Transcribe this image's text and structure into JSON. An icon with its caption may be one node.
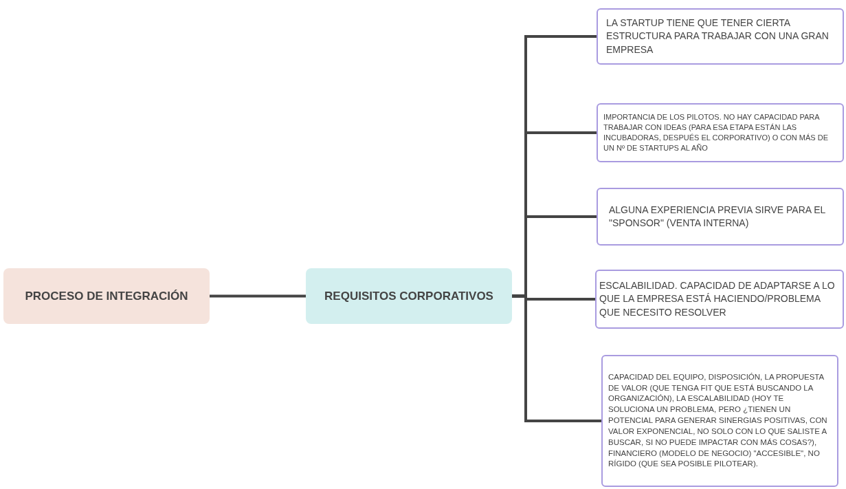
{
  "diagram": {
    "nodes": [
      {
        "text": [
          "PROCESO DE INTEGRACIÓN"
        ]
      },
      {
        "text": [
          "REQUISITOS CORPORATIVOS"
        ]
      },
      {
        "text": [
          "LA STARTUP TIENE QUE TENER CIERTA ESTRUCTURA PARA TRABAJAR CON UNA GRAN EMPRESA"
        ]
      },
      {
        "text": [
          "IMPORTANCIA DE LOS PILOTOS. NO HAY CAPACIDAD PARA TRABAJAR CON IDEAS (PARA ESA ETAPA ESTÁN LAS INCUBADORAS, DESPUÉS EL CORPORATIVO) O CON MÁS DE UN Nº DE STARTUPS AL AÑO"
        ]
      },
      {
        "text": [
          "ALGUNA EXPERIENCIA PREVIA SIRVE PARA EL \"SPONSOR\" (VENTA INTERNA)"
        ]
      },
      {
        "text": [
          "ESCALABILIDAD. CAPACIDAD DE ADAPTARSE A LO QUE LA EMPRESA ESTÁ HACIENDO/PROBLEMA QUE NECESITO RESOLVER"
        ]
      },
      {
        "text": [
          "CAPACIDAD DEL EQUIPO, DISPOSICIÓN, LA PROPUESTA DE VALOR (QUE TENGA FIT QUE ESTÁ BUSCANDO LA ORGANIZACIÓN), LA ESCALABILIDAD (HOY TE SOLUCIONA UN PROBLEMA, PERO ¿TIENEN UN POTENCIAL PARA GENERAR SINERGIAS POSITIVAS, CON VALOR EXPONENCIAL, NO SOLO CON LO QUE SALISTE A BUSCAR, SI NO PUEDE IMPACTAR CON MÁS COSAS?), FINANCIERO (MODELO DE NEGOCIO) \"ACCESIBLE\", NO RÍGIDO (QUE SEA POSIBLE PILOTEAR)."
        ]
      }
    ],
    "edges": [
      {
        "from": 0,
        "to": 1,
        "arrow": "none"
      },
      {
        "from": 1,
        "to": 2,
        "arrow": "none"
      },
      {
        "from": 1,
        "to": 3,
        "arrow": "none"
      },
      {
        "from": 1,
        "to": 4,
        "arrow": "none"
      },
      {
        "from": 1,
        "to": 5,
        "arrow": "none"
      },
      {
        "from": 1,
        "to": 6,
        "arrow": "none"
      }
    ]
  }
}
